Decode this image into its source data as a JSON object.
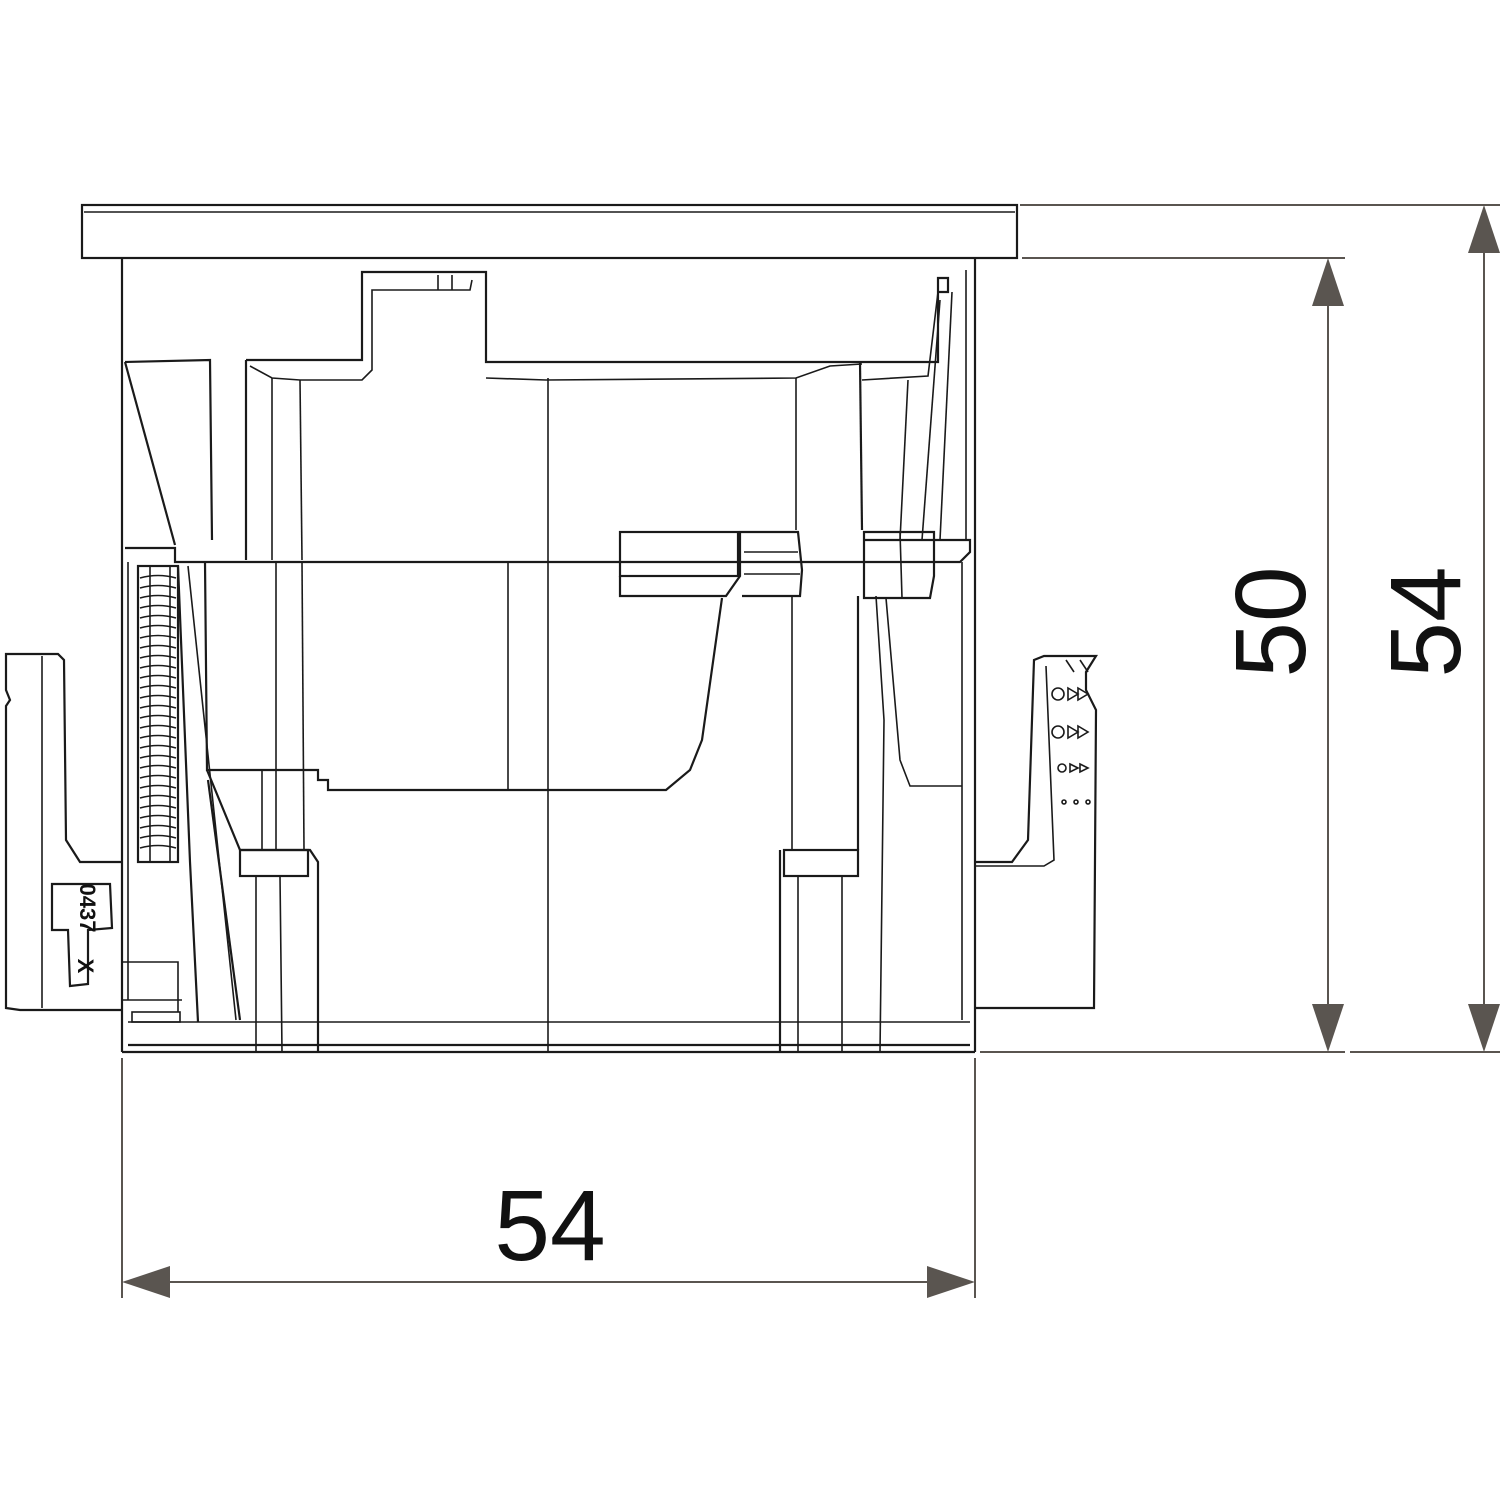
{
  "dimensions": {
    "width": "54",
    "inner_height": "50",
    "total_height": "54"
  },
  "marking": {
    "code": "0437",
    "symbol": "X"
  },
  "colors": {
    "line": "#1a1a1a",
    "dimension": "#5a5550",
    "background": "#ffffff"
  }
}
